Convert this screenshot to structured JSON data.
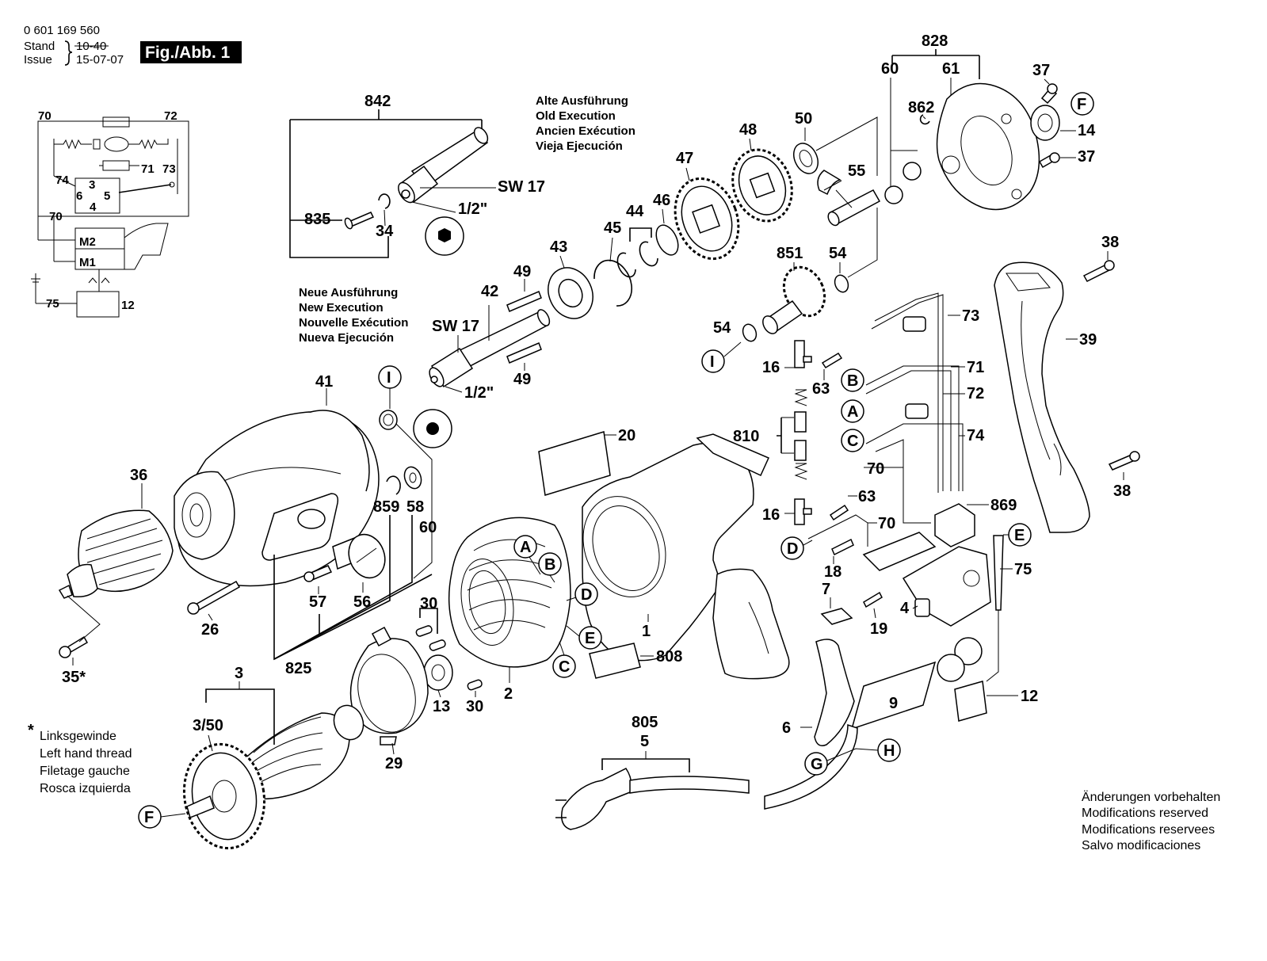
{
  "header": {
    "doc_number": "0 601 169 560",
    "stand_label": "Stand",
    "issue_label": "Issue",
    "stand_value": "10-40",
    "issue_value": "15-07-07",
    "figure_label": "Fig./Abb. 1"
  },
  "old_execution": [
    "Alte Ausführung",
    "Old Execution",
    "Ancien Exécution",
    "Vieja Ejecución"
  ],
  "new_execution": [
    "Neue Ausführung",
    "New Execution",
    "Nouvelle Exécution",
    "Nueva Ejecución"
  ],
  "left_thread_note": {
    "star": "*",
    "lines": [
      "Linksgewinde",
      "Left hand thread",
      "Filetage gauche",
      "Rosca izquierda"
    ]
  },
  "modifications_note": [
    "Änderungen vorbehalten",
    "Modifications reserved",
    "Modifications reservees",
    "Salvo modificaciones"
  ],
  "wiring": {
    "labels": [
      "70",
      "72",
      "74",
      "3",
      "71",
      "73",
      "6",
      "5",
      "4",
      "70",
      "M2",
      "M1",
      "75",
      "12"
    ]
  },
  "callouts": {
    "p842": "842",
    "p835": "835",
    "p34": "34",
    "sw17a": "SW 17",
    "half_a": "1/2\"",
    "p42": "42",
    "p49a": "49",
    "p49b": "49",
    "sw17b": "SW 17",
    "half_b": "1/2\"",
    "p43": "43",
    "p45": "45",
    "p44": "44",
    "p46": "46",
    "p47": "47",
    "p48": "48",
    "p50": "50",
    "p55": "55",
    "p828": "828",
    "p60": "60",
    "p61": "61",
    "p862": "862",
    "p37a": "37",
    "p37b": "37",
    "p14": "14",
    "p851": "851",
    "p54a": "54",
    "p54b": "54",
    "p73": "73",
    "p16a": "16",
    "p63a": "63",
    "p71": "71",
    "p72": "72",
    "p74": "74",
    "p810": "810",
    "p70a": "70",
    "p63b": "63",
    "p16b": "16",
    "p70b": "70",
    "p869": "869",
    "p38a": "38",
    "p38b": "38",
    "p39": "39",
    "p75": "75",
    "p18": "18",
    "p7": "7",
    "p4": "4",
    "p19": "19",
    "p12": "12",
    "p9": "9",
    "p6": "6",
    "p41": "41",
    "p36": "36",
    "p859": "859",
    "p58": "58",
    "p60b": "60",
    "p57": "57",
    "p56": "56",
    "p26": "26",
    "p35": "35*",
    "p825": "825",
    "p20": "20",
    "p1": "1",
    "p30a": "30",
    "p30b": "30",
    "p13": "13",
    "p2": "2",
    "p808": "808",
    "p3": "3",
    "p350": "3/50",
    "p29": "29",
    "p805": "805",
    "p5": "5"
  },
  "letters": [
    "I",
    "I",
    "F",
    "F",
    "A",
    "B",
    "C",
    "D",
    "E",
    "A",
    "B",
    "C",
    "D",
    "E",
    "G",
    "H"
  ]
}
